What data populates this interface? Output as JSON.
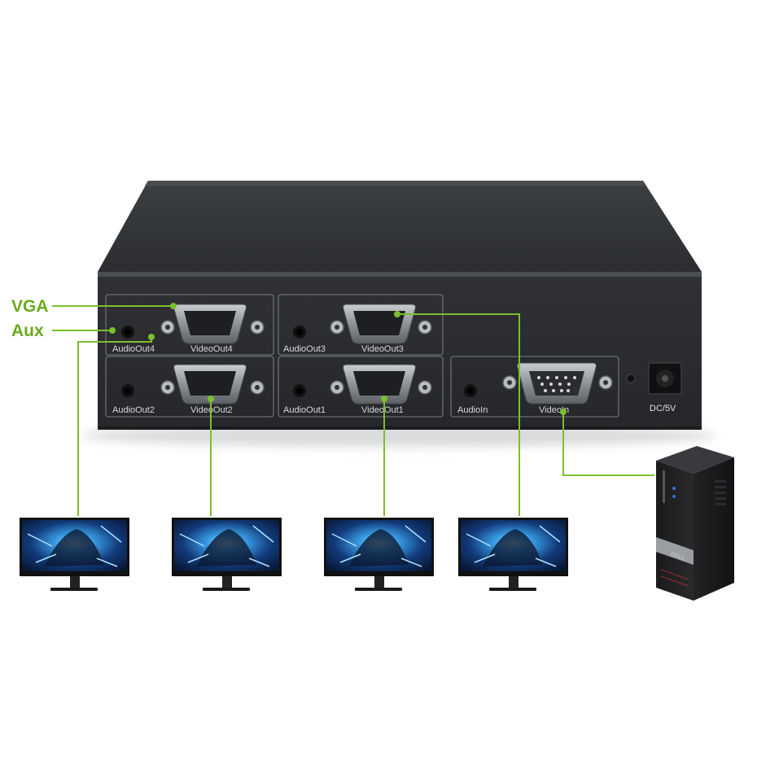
{
  "legend": {
    "vga": "VGA",
    "aux": "Aux"
  },
  "ports": {
    "audio_out4": "AudioOut4",
    "video_out4": "VideoOut4",
    "audio_out3": "AudioOut3",
    "video_out3": "VideoOut3",
    "audio_out2": "AudioOut2",
    "video_out2": "VideoOut2",
    "audio_out1": "AudioOut1",
    "video_out1": "VideoOut1",
    "audio_in": "AudioIn",
    "video_in": "VideoIn",
    "dc": "DC/5V"
  },
  "pc": {
    "brand": "DELL"
  },
  "colors": {
    "connector_line": "#7cbf2c",
    "label_green": "#6aaa1e",
    "device_body": "#2a2c2e",
    "device_top": "#3a3d40",
    "port_panel_border": "#6b6e70"
  },
  "monitors": [
    {
      "name": "monitor-1"
    },
    {
      "name": "monitor-2"
    },
    {
      "name": "monitor-3"
    },
    {
      "name": "monitor-4"
    }
  ]
}
